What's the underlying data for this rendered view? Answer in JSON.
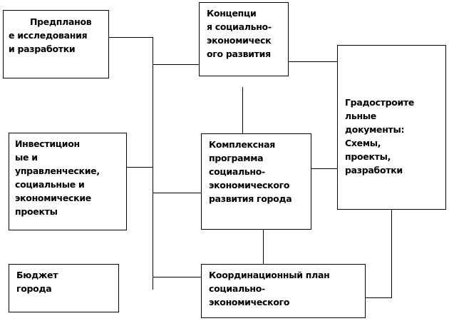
{
  "diagram": {
    "boxes": {
      "preplan": "Предпланов\nе исследования\nи разработки",
      "concept": "Концепци\nя социально-\nэкономическ\nого развития",
      "urban": "Градостроите\nльные\nдокументы:\n     Схемы,\nпроекты,\nразработки",
      "invest": "Инвестицион\nые и\nуправленческие,\nсоциальные  и\nэкономические\nпроекты",
      "program": "Комплексная\nпрограмма\nсоциально-\nэкономического\nразвития  города",
      "budget": "Бюджет\nгорода",
      "coord": "Координационный  план\nсоциально-\n    экономического"
    }
  }
}
